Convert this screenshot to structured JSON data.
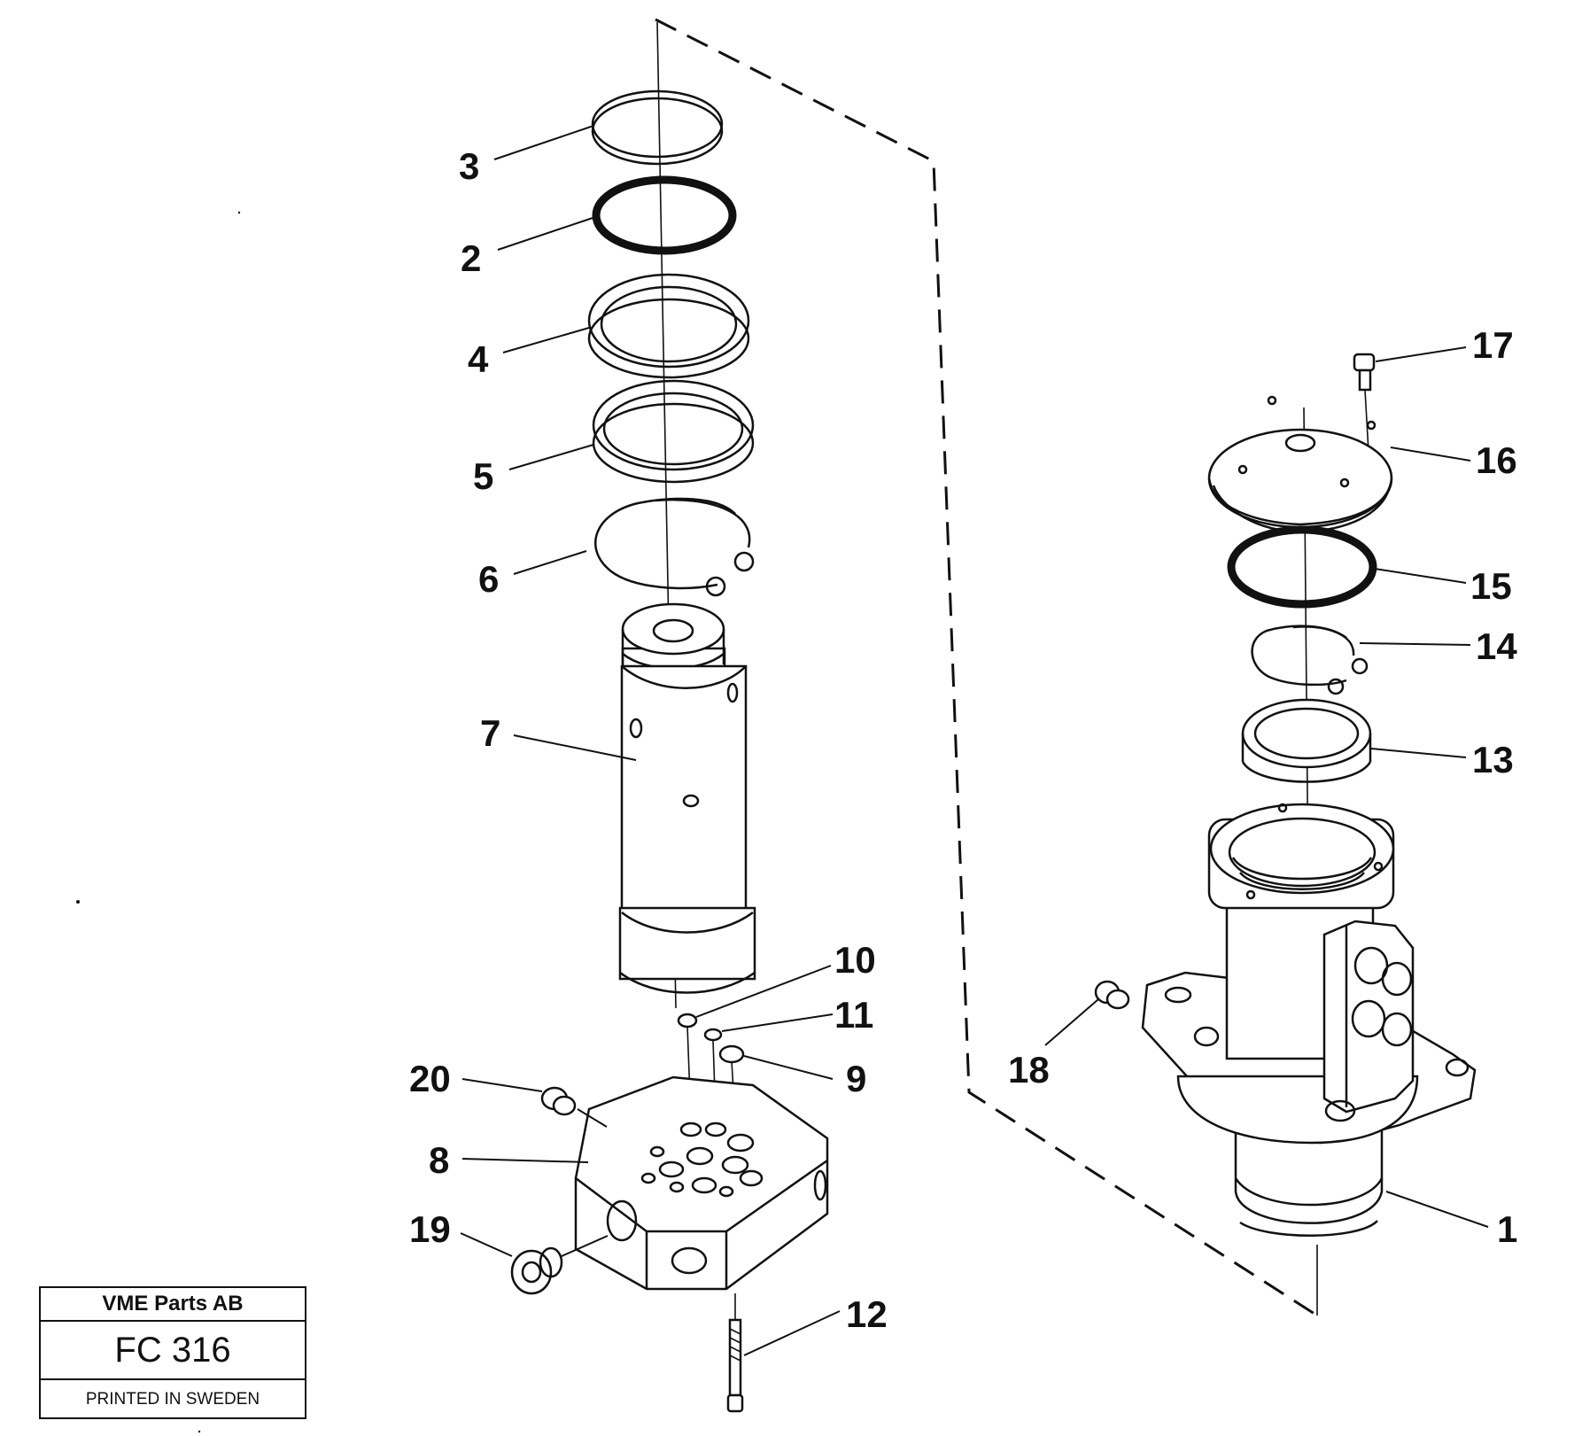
{
  "callouts": [
    {
      "id": "1",
      "label": "1"
    },
    {
      "id": "2",
      "label": "2"
    },
    {
      "id": "3",
      "label": "3"
    },
    {
      "id": "4",
      "label": "4"
    },
    {
      "id": "5",
      "label": "5"
    },
    {
      "id": "6",
      "label": "6"
    },
    {
      "id": "7",
      "label": "7"
    },
    {
      "id": "8",
      "label": "8"
    },
    {
      "id": "9",
      "label": "9"
    },
    {
      "id": "10",
      "label": "10"
    },
    {
      "id": "11",
      "label": "11"
    },
    {
      "id": "12",
      "label": "12"
    },
    {
      "id": "13",
      "label": "13"
    },
    {
      "id": "14",
      "label": "14"
    },
    {
      "id": "15",
      "label": "15"
    },
    {
      "id": "16",
      "label": "16"
    },
    {
      "id": "17",
      "label": "17"
    },
    {
      "id": "18",
      "label": "18"
    },
    {
      "id": "19",
      "label": "19"
    },
    {
      "id": "20",
      "label": "20"
    }
  ],
  "title_block": {
    "company": "VME Parts AB",
    "code": "FC 316",
    "printed": "PRINTED IN SWEDEN"
  }
}
